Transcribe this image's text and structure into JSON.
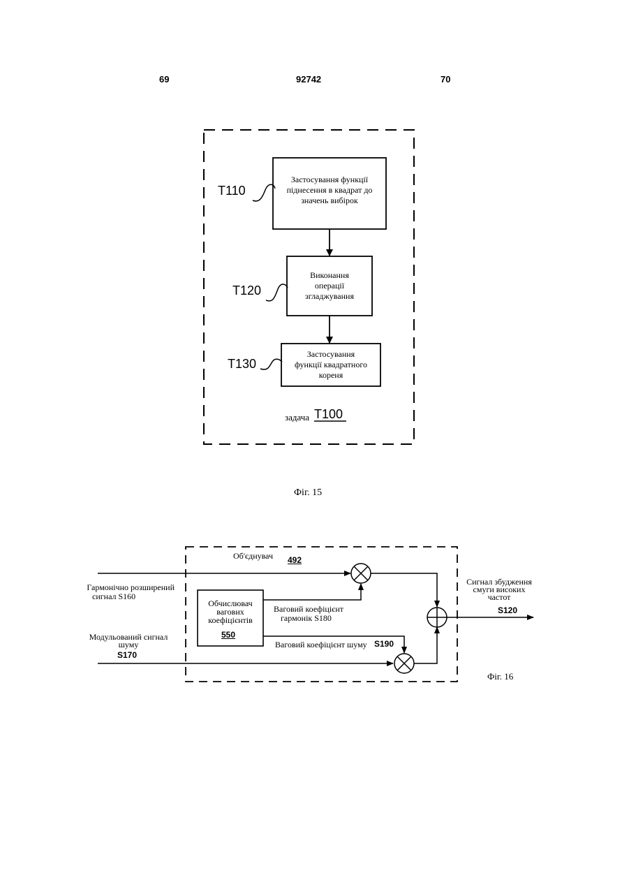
{
  "header": {
    "left": "69",
    "center": "92742",
    "right": "70"
  },
  "fig15": {
    "box1": [
      "Застосування функції",
      "піднесення в квадрат до",
      "значень вибірок"
    ],
    "box2": [
      "Виконання",
      "операції",
      "згладжування"
    ],
    "box3": [
      "Застосування",
      "функції квадратного",
      "кореня"
    ],
    "label1": "T110",
    "label2": "T120",
    "label3": "T130",
    "task_word": "задача",
    "task_code": "T100",
    "caption": "Фіг. 15"
  },
  "fig16": {
    "combiner_word": "Об'єднувач",
    "combiner_code": "492",
    "calc_lines": [
      "Обчислювач",
      "вагових",
      "коефіцієнтів"
    ],
    "calc_code": "550",
    "input1_lines": [
      "Гармонічно розширений",
      "сигнал S160"
    ],
    "input2_lines": [
      "Модульований сигнал",
      "шуму"
    ],
    "input2_code": "S170",
    "harm_weight_lines": [
      "Ваговий коефіцієнт",
      "гармонік  S180"
    ],
    "noise_weight_text": "Ваговий коефіцієнт шуму",
    "noise_weight_code": "S190",
    "output_lines": [
      "Сигнал збудження",
      "смуги високих",
      "частот"
    ],
    "output_code": "S120",
    "caption": "Фіг. 16"
  }
}
